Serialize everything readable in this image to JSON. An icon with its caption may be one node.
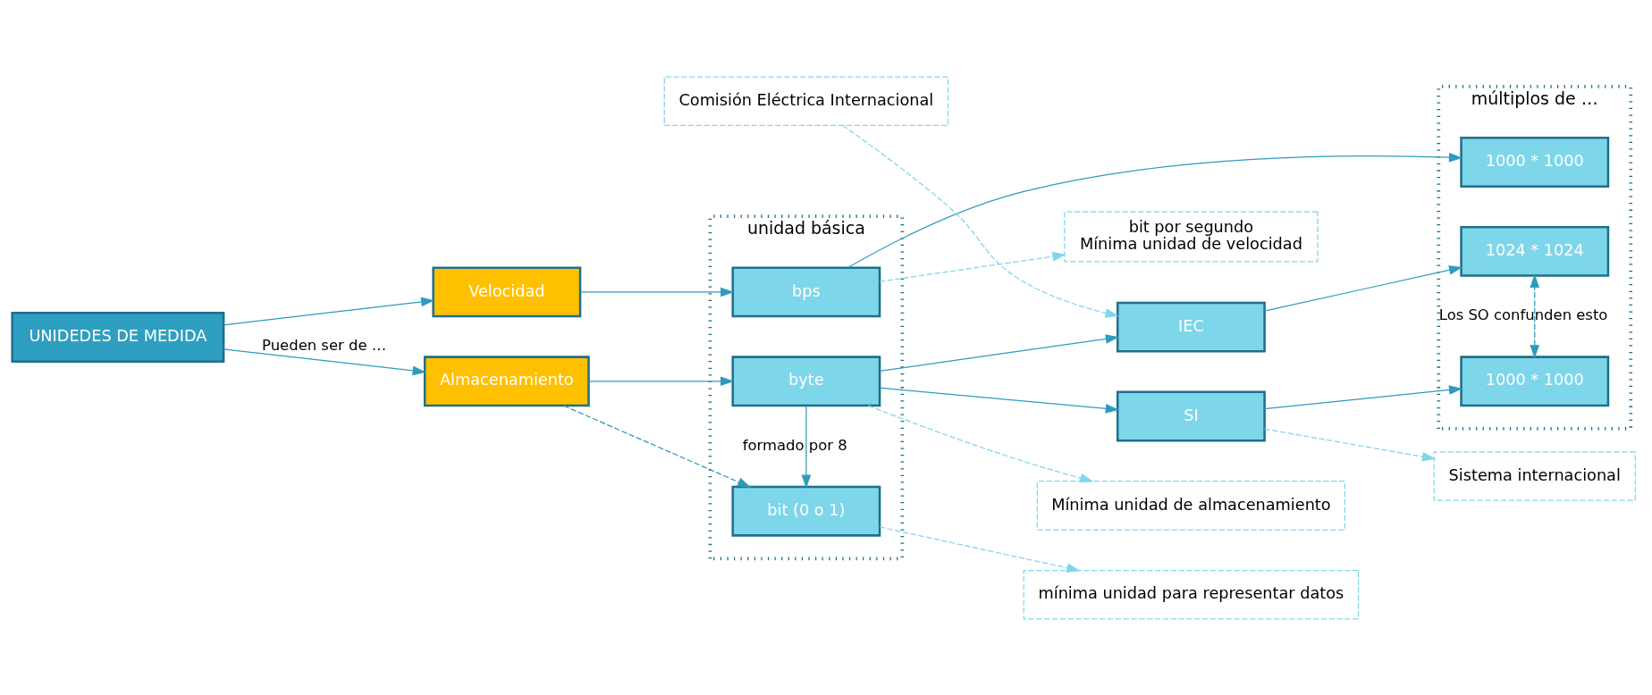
{
  "diagram": {
    "nodes": [
      {
        "text": [
          "unidad básica"
        ]
      },
      {
        "text": [
          "múltiplos de …"
        ]
      },
      {
        "text": [
          "UNIDEDES DE MEDIDA"
        ]
      },
      {
        "text": [
          "Velocidad"
        ]
      },
      {
        "text": [
          "Almacenamiento"
        ]
      },
      {
        "text": [
          "bps"
        ],
        "in": 0
      },
      {
        "text": [
          "byte"
        ],
        "in": 0
      },
      {
        "text": [
          "bit (0 o 1)"
        ],
        "in": 0
      },
      {
        "text": [
          "bit por segundo",
          "Mínima unidad de velocidad"
        ]
      },
      {
        "text": [
          "Mínima unidad de almacenamiento"
        ]
      },
      {
        "text": [
          "mínima unidad para representar datos"
        ]
      },
      {
        "text": [
          "Sistema internacional"
        ]
      },
      {
        "text": [
          "SI"
        ]
      },
      {
        "text": [
          "IEC"
        ]
      },
      {
        "text": [
          "Comisión Eléctrica Internacional"
        ]
      },
      {
        "text": [
          "1000 * 1000"
        ],
        "in": 1
      },
      {
        "text": [
          "1000 * 1000"
        ],
        "in": 1
      },
      {
        "text": [
          "1024 * 1024"
        ],
        "in": 1
      }
    ],
    "edges": [
      {
        "from": 2,
        "to": 3,
        "arrow": "to"
      },
      {
        "from": 2,
        "to": 4,
        "arrow": "to",
        "label": "Pueden ser de …"
      },
      {
        "from": 3,
        "to": 5,
        "arrow": "to"
      },
      {
        "from": 4,
        "to": 6,
        "arrow": "to"
      },
      {
        "from": 6,
        "to": 7,
        "arrow": "to",
        "label": "formado por 8"
      },
      {
        "from": 4,
        "to": 7,
        "arrow": "to",
        "style": "dashed"
      },
      {
        "from": 5,
        "to": 8,
        "arrow": "to",
        "style": "dashed",
        "color": "#7fd6ea"
      },
      {
        "from": 6,
        "to": 9,
        "arrow": "to",
        "style": "dashed",
        "color": "#7fd6ea"
      },
      {
        "from": 7,
        "to": 10,
        "arrow": "to",
        "style": "dashed",
        "color": "#7fd6ea"
      },
      {
        "from": 5,
        "to": 15,
        "arrow": "to"
      },
      {
        "from": 6,
        "to": 12,
        "arrow": "to"
      },
      {
        "from": 6,
        "to": 13,
        "arrow": "to"
      },
      {
        "from": 12,
        "to": 11,
        "arrow": "to",
        "style": "dashed",
        "color": "#7fd6ea"
      },
      {
        "from": 14,
        "to": 13,
        "arrow": "to",
        "style": "dashed",
        "color": "#7fd6ea"
      },
      {
        "from": 12,
        "to": 16,
        "arrow": "to"
      },
      {
        "from": 13,
        "to": 17,
        "arrow": "to"
      },
      {
        "from": 16,
        "to": 17,
        "arrow": "both",
        "style": "dashed",
        "label": "Los SO confunden esto"
      }
    ]
  }
}
